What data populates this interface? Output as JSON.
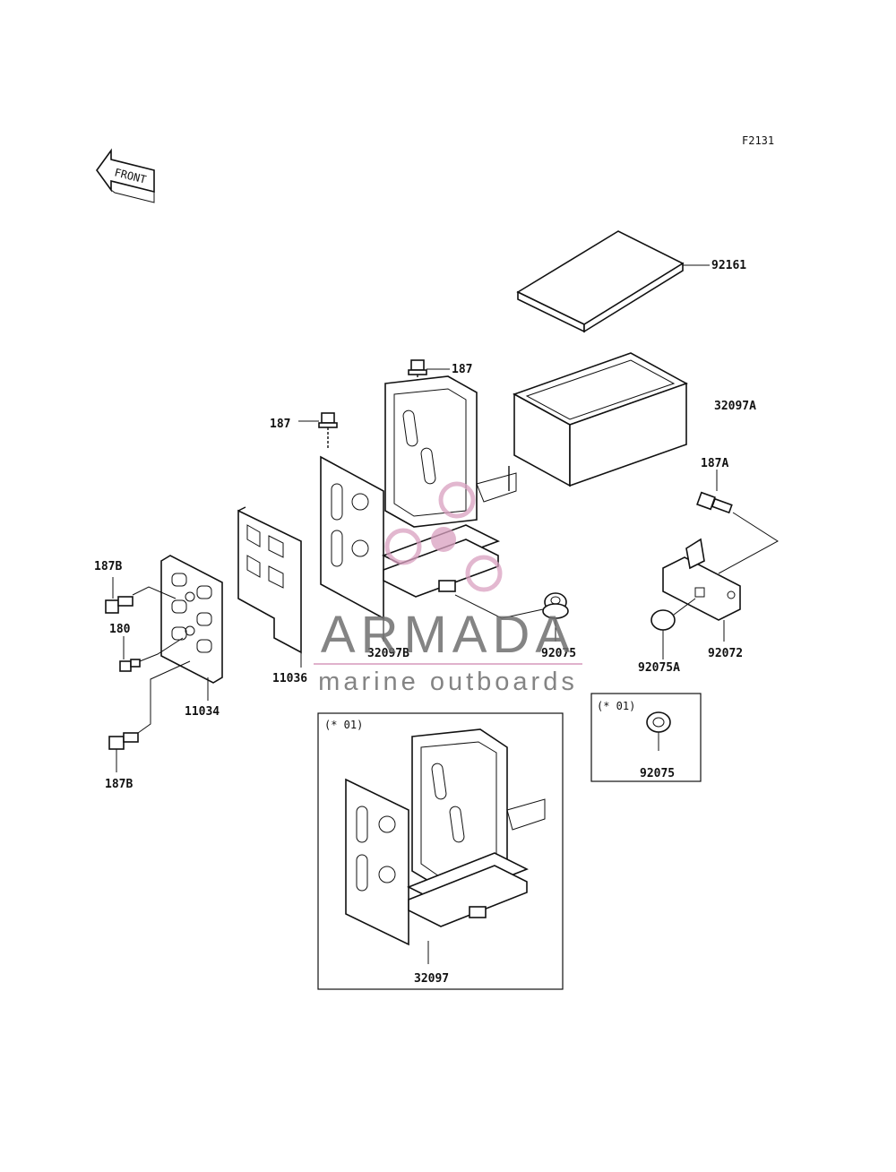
{
  "figure": {
    "code": "F2131",
    "front_label": "FRONT"
  },
  "parts": {
    "p92161": "92161",
    "p187_top": "187",
    "p187_left": "187",
    "p32097A": "32097A",
    "p187A": "187A",
    "p187B_top": "187B",
    "p180": "180",
    "p187B_bottom": "187B",
    "p11034": "11034",
    "p11036": "11036",
    "p32097B": "32097B",
    "p92075": "92075",
    "p92075A": "92075A",
    "p92072": "92072",
    "p32097": "32097",
    "p92075_box": "92075"
  },
  "insets": {
    "left_tag": "(* 01)",
    "right_tag": "(* 01)"
  },
  "watermark": {
    "title": "ARMADA",
    "subtitle": "marine outboards",
    "colors": {
      "logo": "#d9a0c0",
      "text": "#6f6f6f"
    }
  }
}
